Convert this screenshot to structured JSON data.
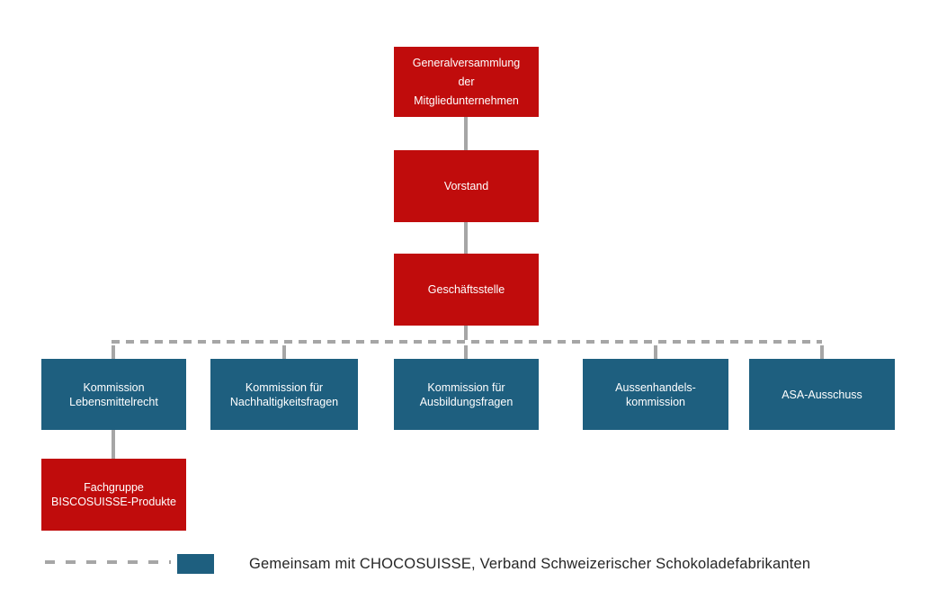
{
  "colors": {
    "red": "#c00c0c",
    "blue": "#1e5f7f",
    "connector": "#a6a6a6",
    "box-text": "#ffffff",
    "legend-text": "#262626",
    "bg": "#ffffff"
  },
  "org_chart": {
    "nodes": {
      "generalversammlung": {
        "label": "Generalversammlung\nder\nMitgliedunternehmen",
        "type": "red"
      },
      "vorstand": {
        "label": "Vorstand",
        "type": "red"
      },
      "geschaeftsstelle": {
        "label": "Geschäftsstelle",
        "type": "red"
      },
      "kommission_lebensmittelrecht": {
        "label": "Kommission\nLebensmittelrecht",
        "type": "blue"
      },
      "kommission_nachhaltigkeitsfragen": {
        "label": "Kommission für\nNachhaltigkeitsfragen",
        "type": "blue"
      },
      "kommission_ausbildungsfragen": {
        "label": "Kommission für\nAusbildungsfragen",
        "type": "blue"
      },
      "aussenhandelskommission": {
        "label": "Aussenhandels-\nkommission",
        "type": "blue"
      },
      "asa_ausschuss": {
        "label": "ASA-Ausschuss",
        "type": "blue"
      },
      "fachgruppe_biscosuisse": {
        "label": "Fachgruppe\nBISCOSUISSE-Produkte",
        "type": "red"
      }
    },
    "legend": {
      "label": "Gemeinsam mit CHOCOSUISSE, Verband Schweizerischer Schokoladefabrikanten"
    }
  }
}
